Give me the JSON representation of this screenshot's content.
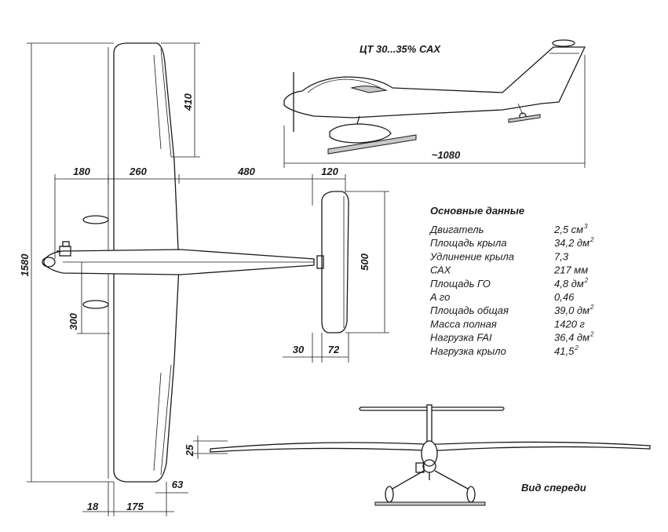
{
  "dimensions": {
    "wingspan": "1580",
    "wing_tip_length": "410",
    "nose_to_wing": "180",
    "wing_chord": "260",
    "wing_to_tail": "480",
    "tail_chord": "120",
    "tail_span": "500",
    "wing_offset": "300",
    "tail_elevator": "30",
    "tail_chord_root": "72",
    "root_offset": "18",
    "tip_chord": "175",
    "tip_aileron": "63",
    "fuselage_length": "~1080",
    "dihedral": "25"
  },
  "side_view": {
    "cg_label": "ЦТ 30...35% САХ"
  },
  "front_view": {
    "caption": "Вид спереди"
  },
  "specs": {
    "title": "Основные данные",
    "rows": [
      {
        "name": "Двигатель",
        "value": "2,5 см",
        "sup": "3"
      },
      {
        "name": "Площадь крыла",
        "value": "34,2 дм",
        "sup": "2"
      },
      {
        "name": "Удлинение крыла",
        "value": "7,3",
        "sup": ""
      },
      {
        "name": "САХ",
        "value": "217 мм",
        "sup": ""
      },
      {
        "name": "Площадь ГО",
        "value": "4,8 дм",
        "sup": "2"
      },
      {
        "name": "A го",
        "value": "0,46",
        "sup": ""
      },
      {
        "name": "Площадь общая",
        "value": "39,0 дм",
        "sup": "2"
      },
      {
        "name": "Масса полная",
        "value": "1420 г",
        "sup": ""
      },
      {
        "name": "Нагрузка FAI",
        "value": "36,4 дм",
        "sup": "2"
      },
      {
        "name": "Нагрузка крыло",
        "value": "41,5",
        "sup": "2"
      }
    ]
  }
}
